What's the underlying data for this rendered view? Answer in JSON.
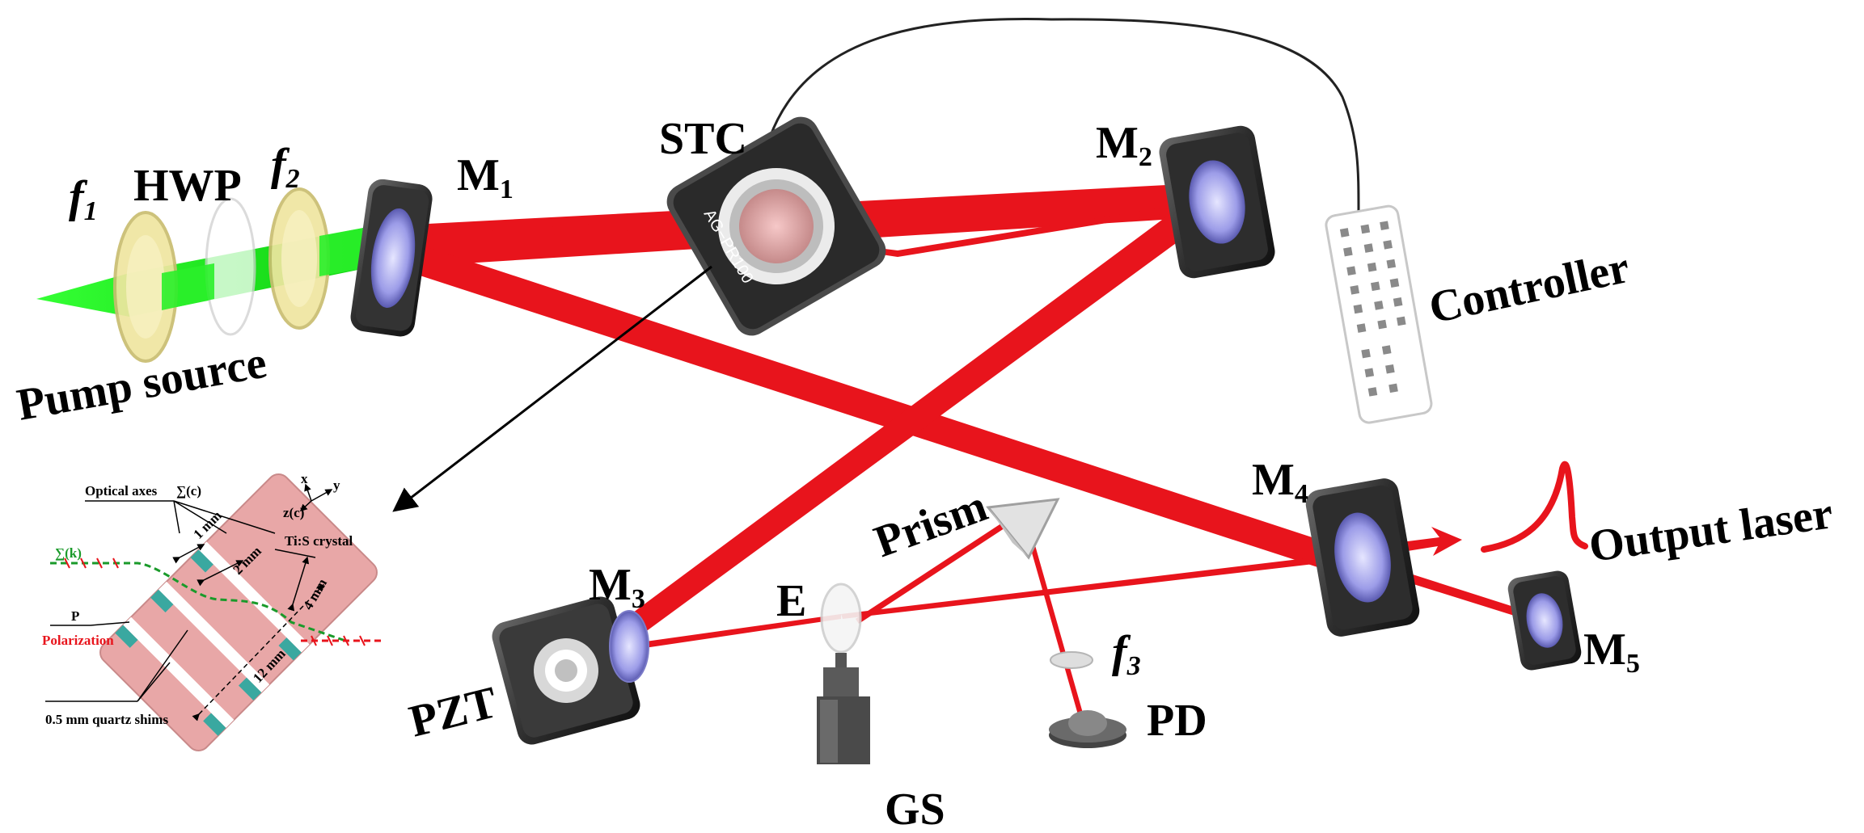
{
  "colors": {
    "beam_red": "#e8141c",
    "pump_green": "#1ee81e",
    "lens_yellow": "#efe6a0",
    "mount_dark": "#3a3a3a",
    "crystal_pink": "#e8a7a7",
    "shim_teal": "#3aa8a0",
    "k_green": "#1a9a2a"
  },
  "labels": {
    "f1_base": "f",
    "f1_sub": "1",
    "hwp": "HWP",
    "f2_base": "f",
    "f2_sub": "2",
    "m1_base": "M",
    "m1_sub": "1",
    "stc": "STC",
    "stc_engraving": "AG−PR100",
    "m2_base": "M",
    "m2_sub": "2",
    "controller": "Controller",
    "pump_source": "Pump source",
    "m3_base": "M",
    "m3_sub": "3",
    "pzt": "PZT",
    "e": "E",
    "prism": "Prism",
    "f3_base": "f",
    "f3_sub": "3",
    "pd": "PD",
    "gs": "GS",
    "m4_base": "M",
    "m4_sub": "4",
    "m5_base": "M",
    "m5_sub": "5",
    "output_laser": "Output laser"
  },
  "inset": {
    "optical_axes": "Optical axes",
    "sigma_c": "∑(c)",
    "sigma_k": "∑(k)",
    "ti_s_crystal": "Ti:S crystal",
    "p": "P",
    "polarization": "Polarization",
    "quartz_shims": "0.5 mm quartz shims",
    "dim_1mm": "1 mm",
    "dim_2mm": "2 mm",
    "dim_4mm": "4 mm",
    "dim_12mm": "12 mm",
    "axis_x": "x",
    "axis_y": "y",
    "axis_zc": "z(c)"
  }
}
